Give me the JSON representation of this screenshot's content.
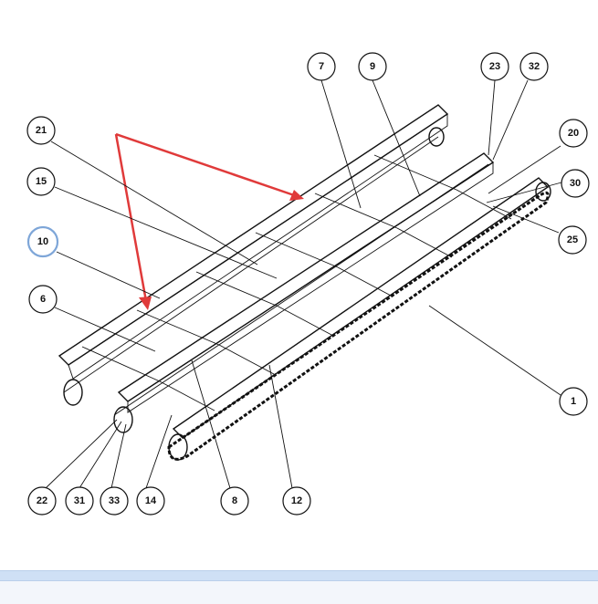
{
  "callouts": [
    {
      "label": "7"
    },
    {
      "label": "9"
    },
    {
      "label": "23"
    },
    {
      "label": "32"
    },
    {
      "label": "21"
    },
    {
      "label": "20"
    },
    {
      "label": "15"
    },
    {
      "label": "30"
    },
    {
      "label": "10"
    },
    {
      "label": "25"
    },
    {
      "label": "6"
    },
    {
      "label": "1"
    },
    {
      "label": "22"
    },
    {
      "label": "31"
    },
    {
      "label": "33"
    },
    {
      "label": "14"
    },
    {
      "label": "8"
    },
    {
      "label": "12"
    }
  ],
  "colors": {
    "annotation_arrow": "#e03a3a",
    "selected_callout": "#7ea6d8",
    "status_bar": "#cfe0f5"
  }
}
